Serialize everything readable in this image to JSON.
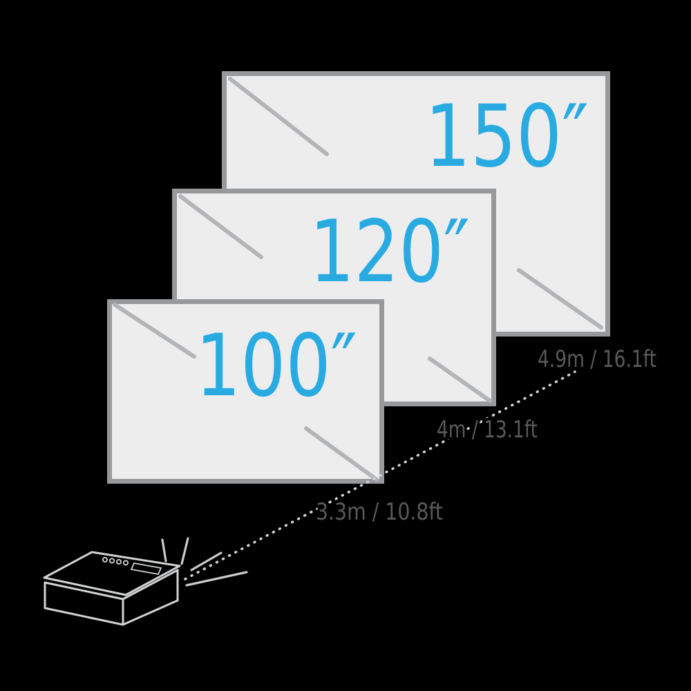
{
  "diagram": {
    "type": "projector-throw-distance-diagram",
    "screens": [
      {
        "size": "150″",
        "distance": "4.9m / 16.1ft"
      },
      {
        "size": "120″",
        "distance": "4m / 13.1ft"
      },
      {
        "size": "100″",
        "distance": "3.3m / 10.8ft"
      }
    ],
    "icons": {
      "projector": "isometric-projector-box-with-light-beam",
      "throw_line": "dotted-projection-beam-line"
    },
    "colors": {
      "background": "#000000",
      "screen_fill": "#EDEDEE",
      "screen_border": "#97999B",
      "glare_line": "#B2B4B7",
      "size_text": "#29ABE2",
      "distance_text": "#58595B",
      "dotted_line": "#D1D3D4",
      "projector_outline": "#D1D3D4",
      "light_ray": "#C9CBCD"
    }
  }
}
